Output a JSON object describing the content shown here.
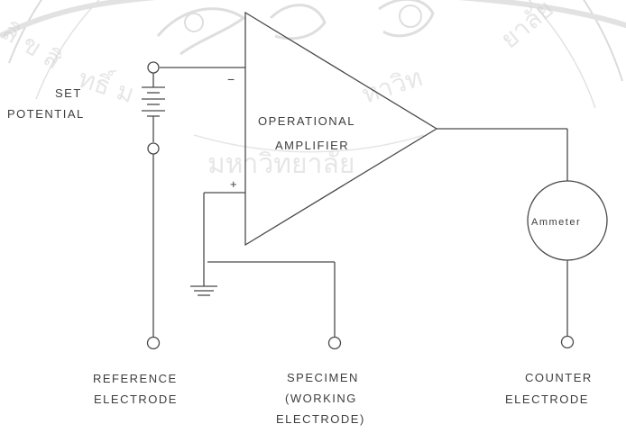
{
  "watermark": {
    "arc_text": "ลิขสิทธิ์มหาวิทยาลัยเชียงใหม่",
    "color": "#b0b0b0"
  },
  "battery": {
    "label_line1": "SET",
    "label_line2": "POTENTIAL"
  },
  "amplifier": {
    "label_line1": "OPERATIONAL",
    "label_line2": "AMPLIFIER",
    "minus_sign": "−",
    "plus_sign": "+"
  },
  "ammeter": {
    "label": "Ammeter"
  },
  "electrodes": {
    "reference": {
      "line1": "REFERENCE",
      "line2": "ELECTRODE"
    },
    "specimen": {
      "line1": "SPECIMEN",
      "line2": "(WORKING",
      "line3": "ELECTRODE)"
    },
    "counter": {
      "line1": "COUNTER",
      "line2": "ELECTRODE"
    }
  },
  "colors": {
    "ink": "#4a4a4a",
    "watermark": "#b0b0b0",
    "background": "#ffffff"
  }
}
